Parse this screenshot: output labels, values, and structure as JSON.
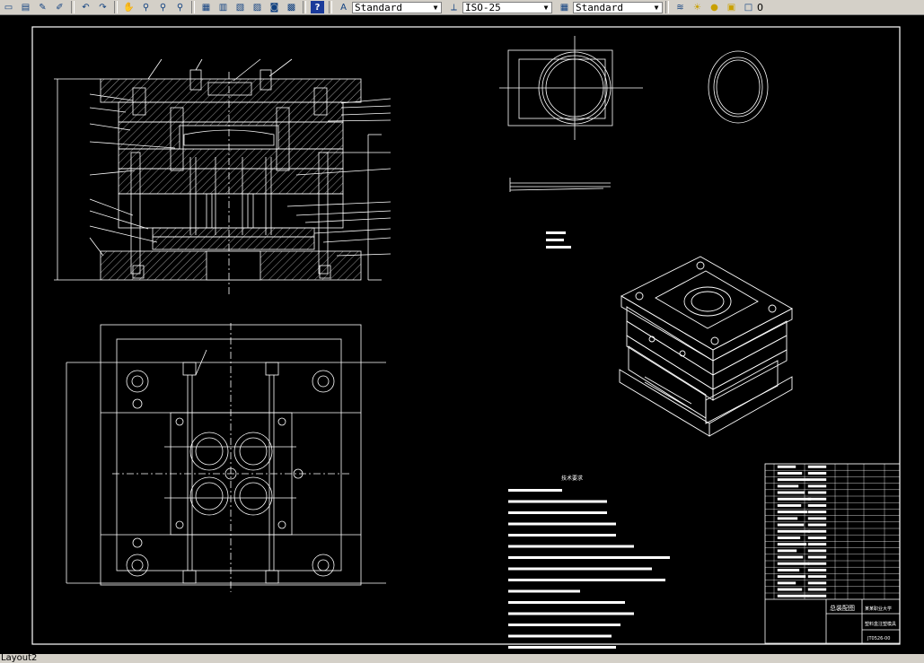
{
  "toolbar": {
    "text_style": "Standard",
    "dim_style": "ISO-25",
    "table_style": "Standard",
    "layer_value": "0"
  },
  "drawing": {
    "notes_title": "技术要求",
    "title_block": {
      "company": "某某职业大学",
      "drawing_title": "总装配图",
      "product": "塑料盒注塑模具",
      "code": "JT0526-00"
    }
  },
  "status": {
    "tab": "Layout2"
  }
}
